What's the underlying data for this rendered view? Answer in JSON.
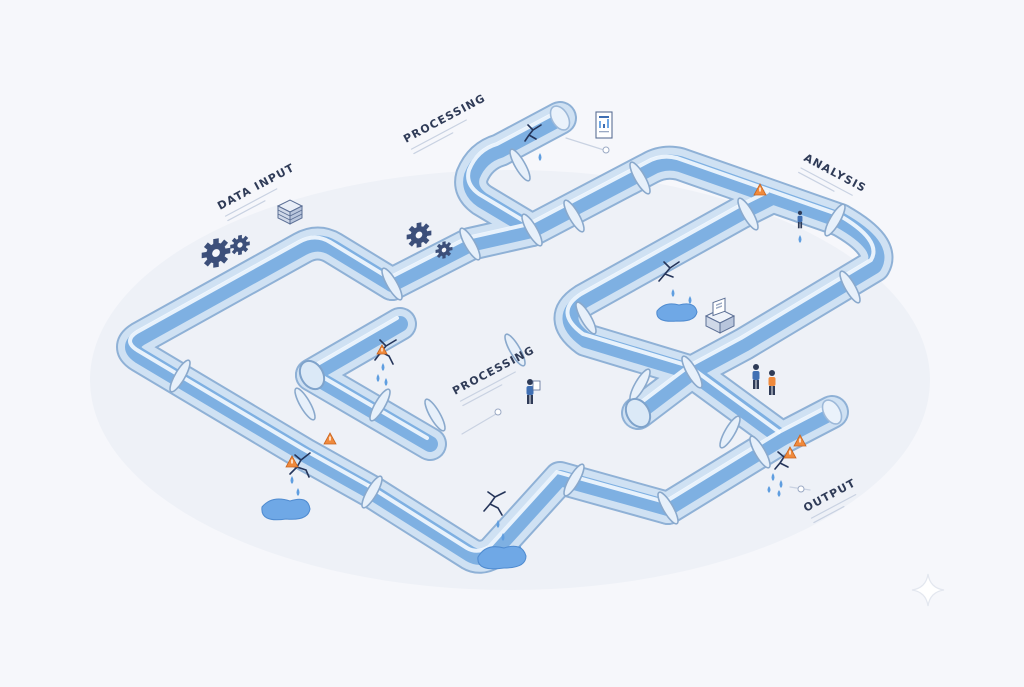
{
  "labels": {
    "data_input": "DATA INPUT",
    "processing_top": "PROCESSING",
    "processing_mid": "PROCESSING",
    "analysis": "ANALYSIS",
    "output": "OUTPUT"
  },
  "icons": [
    "gear-icon",
    "server-stack-icon",
    "document-chart-icon",
    "printer-icon",
    "warning-triangle-icon",
    "person-icon",
    "sparkle-icon"
  ],
  "colors": {
    "pipe_water": "#7eb0e2",
    "pipe_outline": "#8fb1d6",
    "crack": "#25355a",
    "warning": "#f08a3c",
    "label": "#2f3b57",
    "gear": "#3c4f7a",
    "background": "#f6f7fb"
  }
}
